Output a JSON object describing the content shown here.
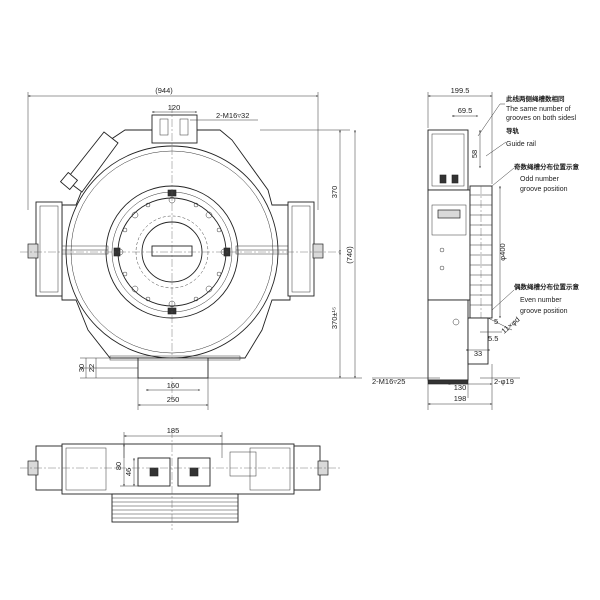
{
  "front_view": {
    "dims": {
      "overall_width": "(944)",
      "top_slot": "120",
      "tapped_holes_top": "2-M16▿32",
      "upper_height": "370",
      "overall_height": "(740)",
      "lower_height": "370±¹⁵",
      "foot_width": "160",
      "base_width": "250",
      "left_a": "30",
      "left_b": "22"
    }
  },
  "side_view": {
    "dims": {
      "depth_top": "199.5",
      "rail_offset": "69.5",
      "dim_58": "58",
      "rope_sheave_dia": "φ400",
      "dim_5": "5",
      "dim_5_5": "5.5",
      "dim_33": "33",
      "rope_dia": "11×φd",
      "tapped_holes_side": "2-M16▿25",
      "base_depth": "130",
      "bolt_holes": "2-φ19",
      "overall_depth": "198"
    },
    "notes": {
      "same_grooves_cn": "此线两侧绳槽数相同",
      "same_grooves_en_1": "The same number of",
      "same_grooves_en_2": "grooves on both sidesl",
      "guide_rail_cn": "导轨",
      "guide_rail_en": "Guide rail",
      "odd_cn": "奇数绳槽分布位置示意",
      "odd_en_1": "Odd number",
      "odd_en_2": "groove position",
      "even_cn": "偶数绳槽分布位置示意",
      "even_en_1": "Even number",
      "even_en_2": "groove position"
    }
  },
  "bottom_view": {
    "dims": {
      "top_width": "185",
      "dim_80": "80",
      "dim_46": "46"
    }
  }
}
